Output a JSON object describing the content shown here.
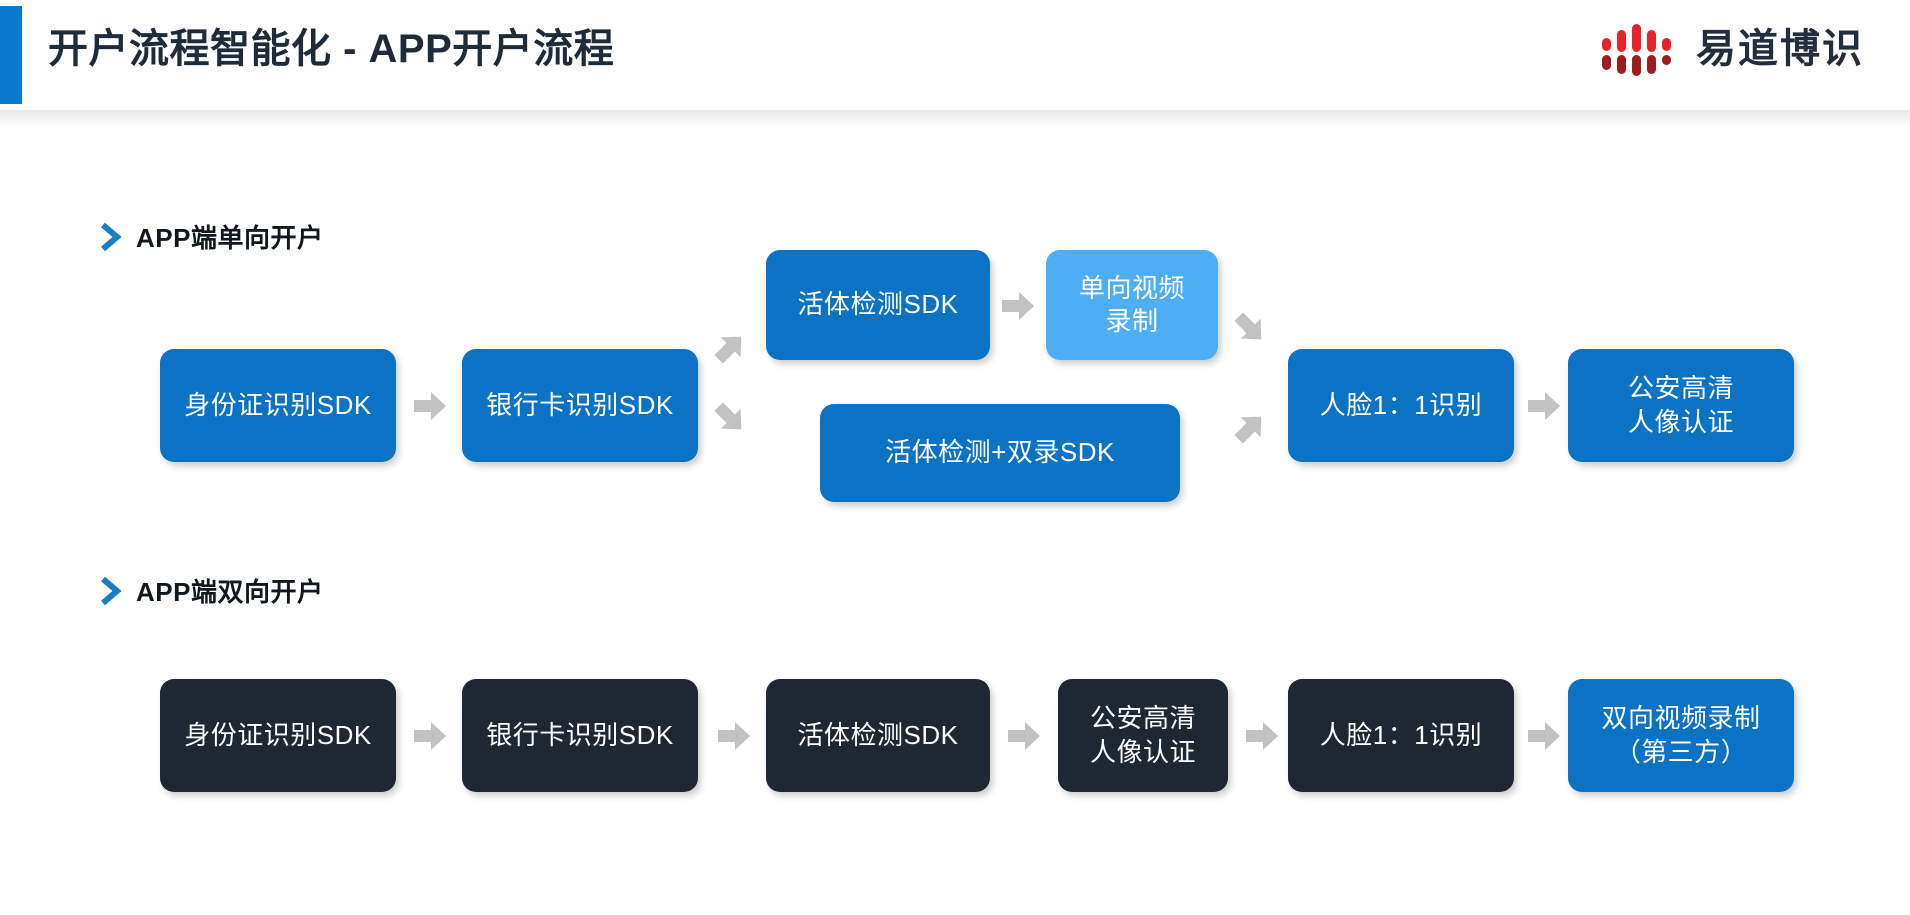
{
  "header": {
    "title": "开户流程智能化 - APP开户流程",
    "accent_color": "#0a78cf",
    "logo_text": "易道博识",
    "logo_mark_name": "yidao-boshi-logo-mark",
    "logo_colors": {
      "top": "#e8222b",
      "bottom": "#9e1c1f"
    }
  },
  "sections": [
    {
      "id": "one-way",
      "label": "APP端单向开户",
      "chevron_color": "#1a7ec2"
    },
    {
      "id": "two-way",
      "label": "APP端双向开户",
      "chevron_color": "#1a7ec2"
    }
  ],
  "flow_one_way": {
    "nodes": [
      {
        "id": "id-card-sdk",
        "label": "身份证识别SDK",
        "style": "blue"
      },
      {
        "id": "bank-card-sdk",
        "label": "银行卡识别SDK",
        "style": "blue"
      },
      {
        "id": "liveness-sdk",
        "label": "活体检测SDK",
        "style": "blue"
      },
      {
        "id": "one-way-video",
        "label": "单向视频\n录制",
        "style": "light"
      },
      {
        "id": "liveness-dual-sdk",
        "label": "活体检测+双录SDK",
        "style": "blue"
      },
      {
        "id": "face-1to1",
        "label": "人脸1：1识别",
        "style": "blue"
      },
      {
        "id": "police-hd-portrait",
        "label": "公安高清\n人像认证",
        "style": "blue"
      }
    ],
    "arrows": [
      {
        "id": "arrow-id-to-bank",
        "direction": "right"
      },
      {
        "id": "arrow-branch-up",
        "direction": "up-right"
      },
      {
        "id": "arrow-branch-down",
        "direction": "down-right"
      },
      {
        "id": "arrow-liveness-to-video",
        "direction": "right"
      },
      {
        "id": "arrow-merge-down",
        "direction": "down-right"
      },
      {
        "id": "arrow-merge-up",
        "direction": "up-right"
      },
      {
        "id": "arrow-face-to-police",
        "direction": "right"
      }
    ]
  },
  "flow_two_way": {
    "nodes": [
      {
        "id": "id-card-sdk-2",
        "label": "身份证识别SDK",
        "style": "dark"
      },
      {
        "id": "bank-card-sdk-2",
        "label": "银行卡识别SDK",
        "style": "dark"
      },
      {
        "id": "liveness-sdk-2",
        "label": "活体检测SDK",
        "style": "dark"
      },
      {
        "id": "police-hd-portrait-2",
        "label": "公安高清\n人像认证",
        "style": "dark"
      },
      {
        "id": "face-1to1-2",
        "label": "人脸1：1识别",
        "style": "dark"
      },
      {
        "id": "two-way-video",
        "label": "双向视频录制\n（第三方）",
        "style": "blue"
      }
    ],
    "arrows": [
      {
        "id": "arrow-2-1",
        "direction": "right"
      },
      {
        "id": "arrow-2-2",
        "direction": "right"
      },
      {
        "id": "arrow-2-3",
        "direction": "right"
      },
      {
        "id": "arrow-2-4",
        "direction": "right"
      },
      {
        "id": "arrow-2-5",
        "direction": "right"
      }
    ]
  },
  "palette": {
    "blue": "#0b72c4",
    "light_blue": "#4dadf5",
    "dark_navy": "#1f2733",
    "arrow_gray": "#c2c2c2",
    "accent": "#0a78cf"
  }
}
